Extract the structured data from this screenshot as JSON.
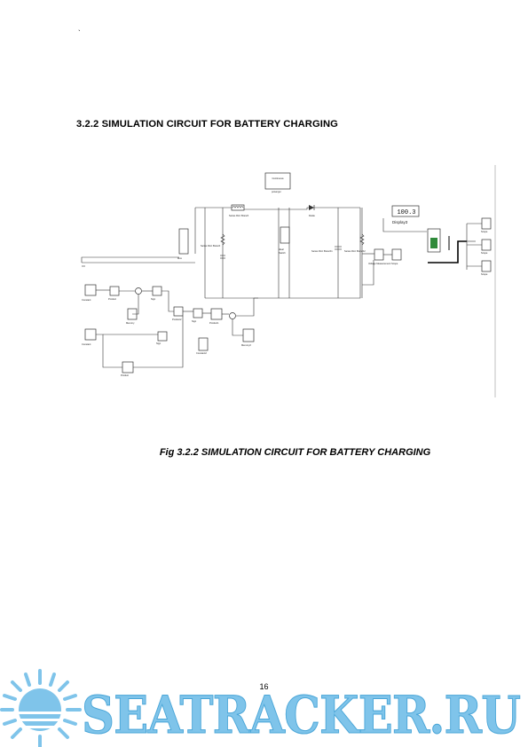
{
  "page": {
    "corner_mark": "`",
    "section_heading": "3.2.2 SIMULATION CIRCUIT FOR BATTERY CHARGING",
    "figure_caption": "Fig 3.2.2 SIMULATION CIRCUIT FOR BATTERY CHARGING",
    "page_number": "16"
  },
  "diagram": {
    "powergui_label": "Continuous\npowergui",
    "display_value": "100.3",
    "display_label": "Display3"
  },
  "watermark": {
    "text": "SEATRACKER.RU",
    "color": "#7fc4ea"
  }
}
